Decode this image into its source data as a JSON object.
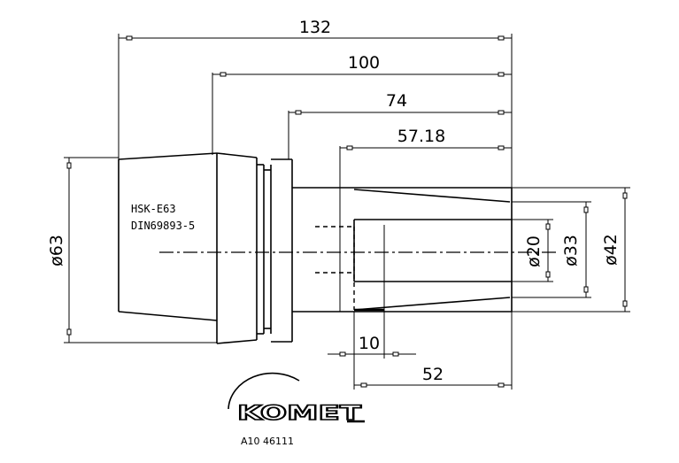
{
  "dimensions": {
    "overall_length": "132",
    "length_100": "100",
    "length_74": "74",
    "length_57_18": "57.18",
    "length_52": "52",
    "width_10": "10",
    "diameter_63": "ø63",
    "diameter_20": "ø20",
    "diameter_33": "ø33",
    "diameter_42": "ø42"
  },
  "shank_label": {
    "line1": "HSK-E63",
    "line2": "DIN69893-5"
  },
  "logo": {
    "brand": "KOMET",
    "part_number": "A10 46111"
  }
}
